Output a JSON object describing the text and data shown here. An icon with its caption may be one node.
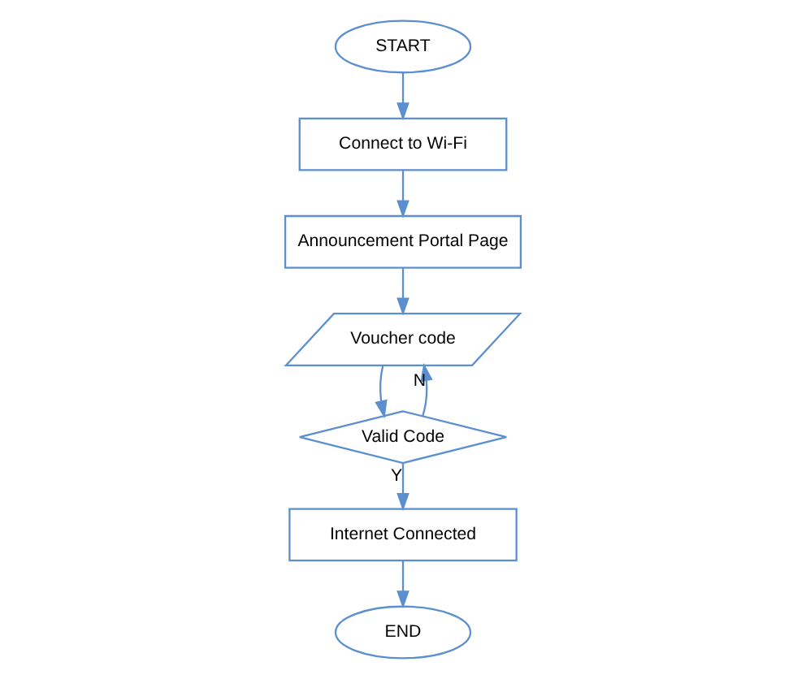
{
  "diagram": {
    "nodes": [
      {
        "text": [
          "START"
        ]
      },
      {
        "text": [
          "Connect to Wi-Fi"
        ]
      },
      {
        "text": [
          "Announcement Portal Page"
        ]
      },
      {
        "text": [
          "Voucher code"
        ]
      },
      {
        "text": [
          "Valid Code"
        ]
      },
      {
        "text": [
          "Internet Connected"
        ]
      },
      {
        "text": [
          "END"
        ]
      }
    ],
    "edges": [
      {
        "from": 0,
        "to": 1,
        "arrow": "to"
      },
      {
        "from": 1,
        "to": 2,
        "arrow": "to"
      },
      {
        "from": 2,
        "to": 3,
        "arrow": "to"
      },
      {
        "from": 3,
        "to": 4,
        "arrow": "to"
      },
      {
        "from": 4,
        "to": 3,
        "label": "N",
        "arrow": "to"
      },
      {
        "from": 4,
        "to": 5,
        "label": "Y",
        "arrow": "to"
      },
      {
        "from": 5,
        "to": 6,
        "arrow": "to"
      }
    ]
  }
}
